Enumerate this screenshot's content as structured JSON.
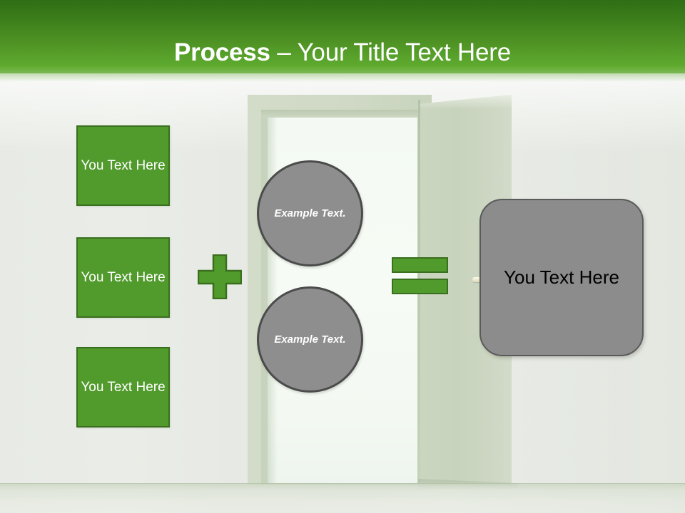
{
  "header": {
    "title_bold": "Process",
    "title_rest": " – Your Title Text Here",
    "background_gradient_from": "#2f6e15",
    "background_gradient_to": "#63ae31"
  },
  "colors": {
    "accent_green": "#519a2c",
    "accent_green_border": "#3a6f1f",
    "gray_shape": "#8e8e8e",
    "gray_shape_border": "#4b4b4b",
    "result_gray": "#8c8c8c",
    "slide_background": "#e9ece6",
    "door_opening": "#f5faf4"
  },
  "inputs": {
    "boxes": [
      {
        "label": "You Text Here"
      },
      {
        "label": "You Text Here"
      },
      {
        "label": "You Text Here"
      }
    ]
  },
  "operators": {
    "plus": {
      "icon": "plus-icon",
      "symbol": "+"
    },
    "equals": {
      "icon": "equals-icon",
      "symbol": "="
    }
  },
  "process": {
    "circles": [
      {
        "label": "Example Text."
      },
      {
        "label": "Example Text."
      }
    ]
  },
  "result": {
    "label": "You Text Here"
  },
  "decor": {
    "door": "open-door-graphic",
    "door_handle": "door-handle-icon"
  }
}
